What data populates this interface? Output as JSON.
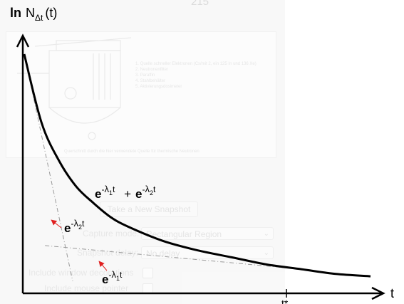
{
  "page_number": "215",
  "background_ui": {
    "figure_legend": [
      "1. Quelle schneller Elektronen (Cs/mit 2, ein 125 In und 136 Xe)",
      "2. Neutronenfilter",
      "3. Paraffin",
      "4. Stahlbehälter",
      "5. Aktivierungsdosimeter"
    ],
    "figure_caption": "Querschnitt durch die hier verwendete Quelle für thermische Neutronen",
    "snapshot_button": "Take a New Snapshot",
    "capture_mode_label": "Capture mode:",
    "capture_mode_value": "Rectangular Region",
    "snapshot_delay_label": "Snapshot delay:",
    "snapshot_delay_value": "No delay",
    "include_decorations_label": "Include window decorations",
    "include_pointer_label": "Include mouse pointer"
  },
  "chart_data": {
    "type": "line",
    "title": "",
    "ylabel": "ln N_Δt (t)",
    "xlabel": "t",
    "xtick": "t*",
    "grid": false,
    "legend": "none",
    "annotations": {
      "sum": "e^{-λ1 t} + e^{-λ2 t}",
      "fast": "e^{-λ2 t}",
      "slow": "e^{-λ1 t}"
    },
    "series": [
      {
        "name": "e^{-λ1 t} + e^{-λ2 t}",
        "style": "solid-thick",
        "x": [
          0,
          0.05,
          0.1,
          0.15,
          0.2,
          0.25,
          0.3,
          0.4,
          0.5,
          0.6,
          0.7,
          0.8,
          0.9,
          1.0
        ],
        "y": [
          1.0,
          0.71,
          0.55,
          0.44,
          0.37,
          0.31,
          0.27,
          0.21,
          0.17,
          0.14,
          0.11,
          0.09,
          0.07,
          0.06
        ]
      },
      {
        "name": "e^{-λ2 t}",
        "style": "dash-dot",
        "x": [
          0,
          0.14
        ],
        "y": [
          1.0,
          0.04
        ]
      },
      {
        "name": "e^{-λ1 t}",
        "style": "dash-dot",
        "x": [
          0.06,
          0.8
        ],
        "y": [
          0.19,
          0.09
        ]
      }
    ],
    "colors": {
      "curve": "#000000",
      "asymptote": "#9a9a9a",
      "arrow": "#e02020"
    }
  }
}
